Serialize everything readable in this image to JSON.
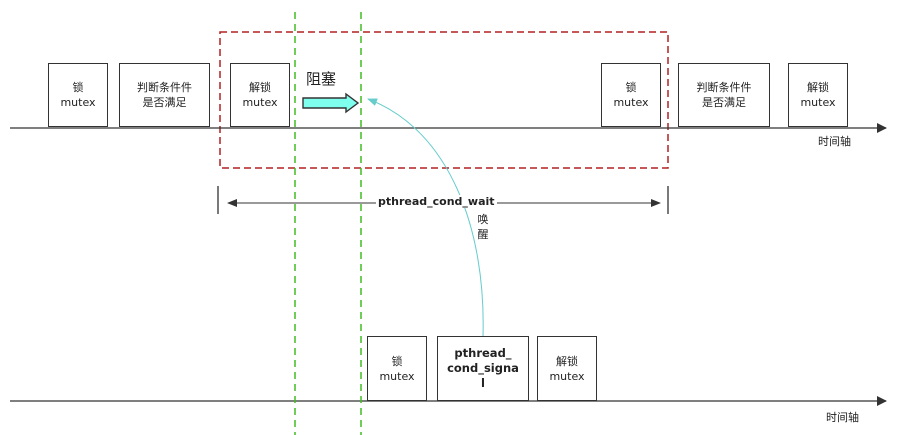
{
  "diagram": {
    "top_timeline": {
      "axis_label": "时间轴",
      "boxes": [
        {
          "line1": "锁",
          "line2": "mutex"
        },
        {
          "line1": "判断条件件",
          "line2": "是否满足"
        },
        {
          "line1": "解锁",
          "line2": "mutex"
        },
        {
          "line1": "锁",
          "line2": "mutex"
        },
        {
          "line1": "判断条件件",
          "line2": "是否满足"
        },
        {
          "line1": "解锁",
          "line2": "mutex"
        }
      ]
    },
    "block_label": "阻塞",
    "wait_span_label": "pthread_cond_wait",
    "wake_label": "唤醒",
    "bottom_timeline": {
      "axis_label": "时间轴",
      "boxes": [
        {
          "line1": "锁",
          "line2": "mutex"
        },
        {
          "line1": "pthread_",
          "line2": "cond_signa",
          "line3": "l"
        },
        {
          "line1": "解锁",
          "line2": "mutex"
        }
      ]
    },
    "colors": {
      "axis": "#333333",
      "dashed_region": "#b22222",
      "guide_lines": "#44bb22",
      "block_arrow_fill": "#7fffee",
      "wake_arrow": "#66cccc"
    }
  }
}
